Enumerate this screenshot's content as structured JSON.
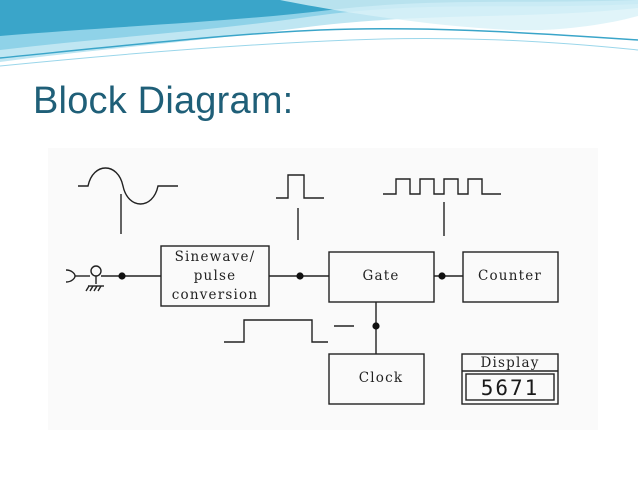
{
  "slide": {
    "title": "Block Diagram:"
  },
  "diagram": {
    "blocks": {
      "sinewave_pulse": [
        "Sinewave/",
        "pulse",
        "conversion"
      ],
      "gate": "Gate",
      "counter": "Counter",
      "clock": "Clock",
      "display_label": "Display",
      "display_value": "5671"
    }
  },
  "colors": {
    "title": "#1f5f78",
    "wave_dark": "#3aa5c9",
    "wave_light": "#bfe6f2",
    "line": "#222222"
  }
}
